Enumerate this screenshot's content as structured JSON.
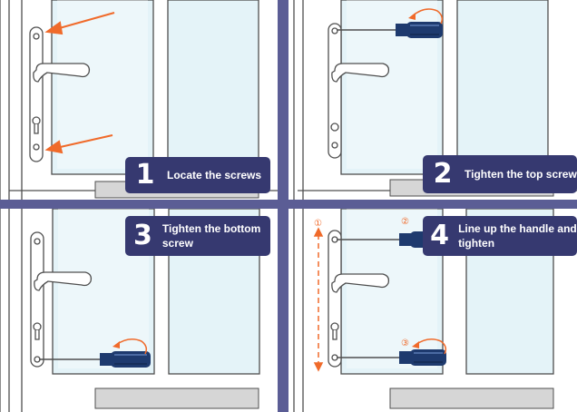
{
  "steps": [
    {
      "number": "1",
      "text": "Locate the screws"
    },
    {
      "number": "2",
      "text": "Tighten the top screw"
    },
    {
      "number": "3",
      "text": "Tighten the bottom screw"
    },
    {
      "number": "4",
      "text": "Line up the handle and tighten"
    }
  ],
  "markers": {
    "one": "①",
    "two": "②",
    "three": "③"
  },
  "colors": {
    "label_bg": "#363970",
    "divider": "#5b5d95",
    "arrow": "#f06a2a",
    "glass": "#e4f3f8",
    "frame_line": "#4f4f4f",
    "screwdriver_handle": "#1e3a6e"
  }
}
